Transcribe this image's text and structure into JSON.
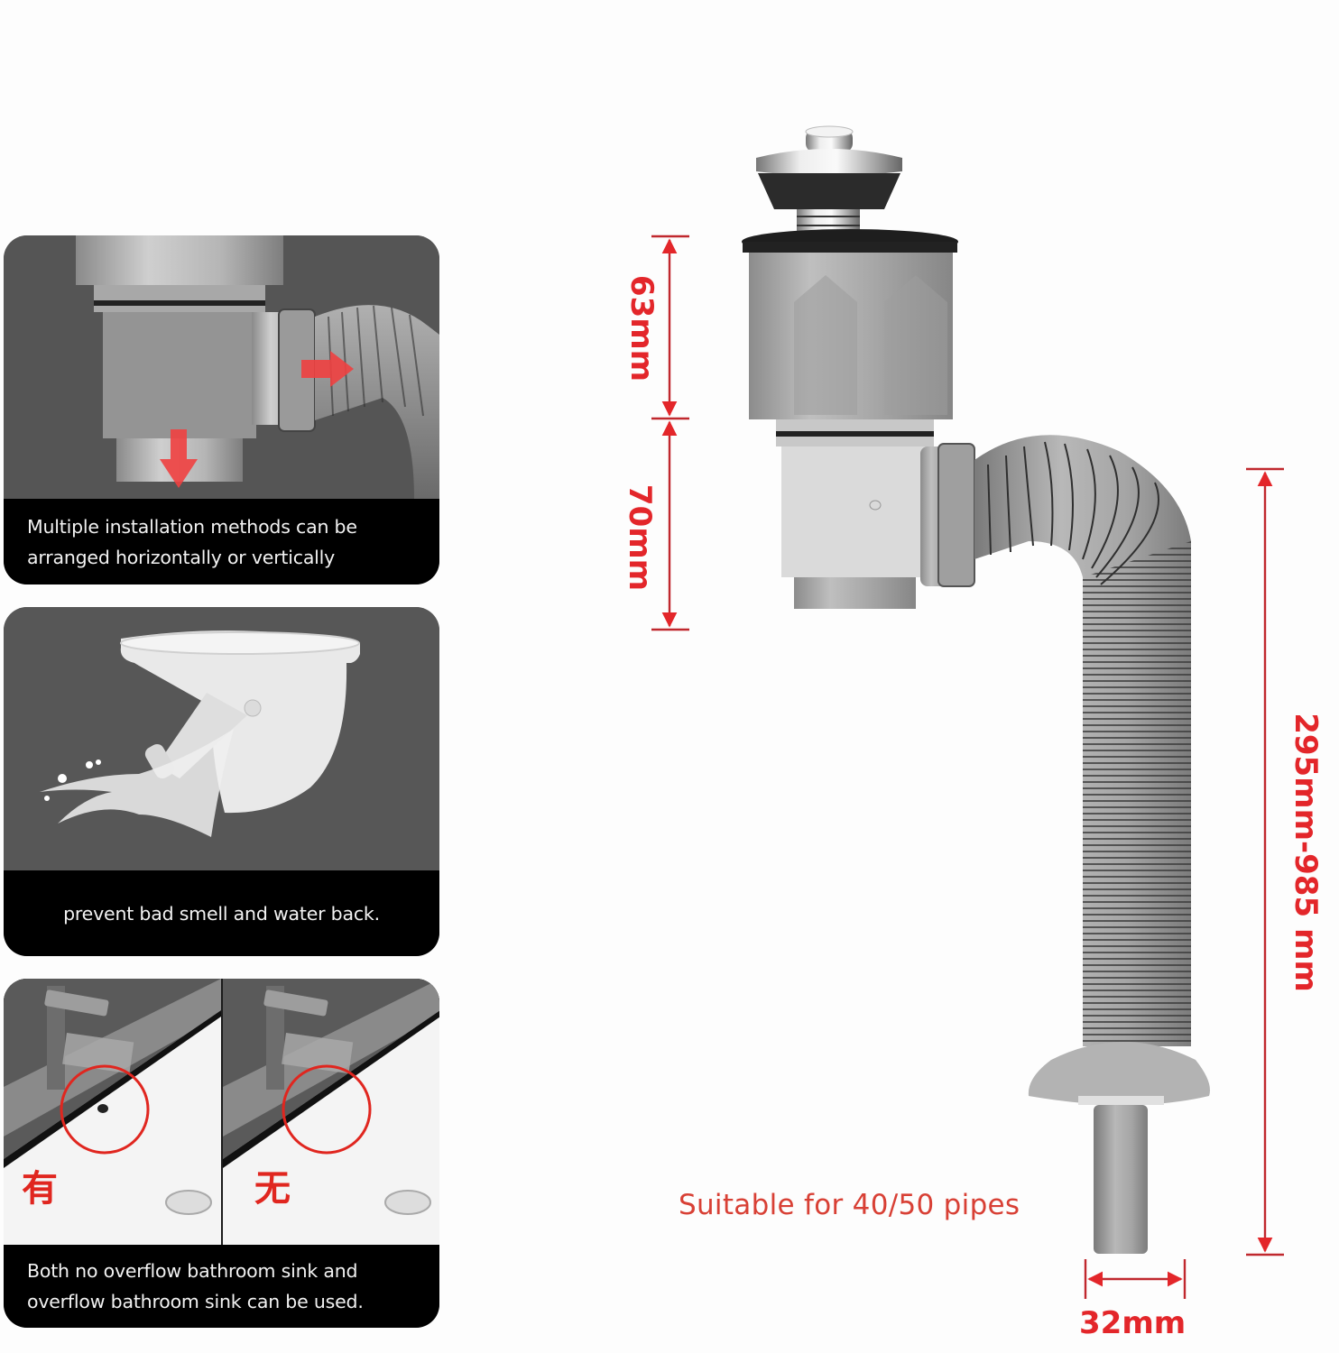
{
  "features": [
    {
      "id": "installation",
      "image": "drain-trap-tee-with-flow-arrows",
      "caption_lines": [
        "Multiple installation methods can be",
        "arranged horizontally or vertically"
      ]
    },
    {
      "id": "anti-odor",
      "image": "check-valve-flap-with-water-splash",
      "caption_lines": [
        "prevent bad smell and water back."
      ]
    },
    {
      "id": "sink-compat",
      "image": "sink-with-and-without-overflow",
      "panel_labels": [
        "有",
        "无"
      ],
      "caption_lines": [
        "Both no overflow bathroom sink and",
        "overflow bathroom sink can be used."
      ]
    }
  ],
  "product": {
    "name": "pop-up-drain-with-telescopic-hose",
    "dimensions": {
      "upper_body": "63mm",
      "lower_body": "70mm",
      "hose_length": "295mm-985 mm",
      "outlet_diameter": "32mm"
    },
    "note": "Suitable for 40/50 pipes"
  },
  "colors": {
    "dimension_red": "#e3262a",
    "note_red": "#d84035",
    "card_bg": "#555555",
    "caption_bg": "#000000",
    "hose_gray": "#9a9a9a"
  }
}
